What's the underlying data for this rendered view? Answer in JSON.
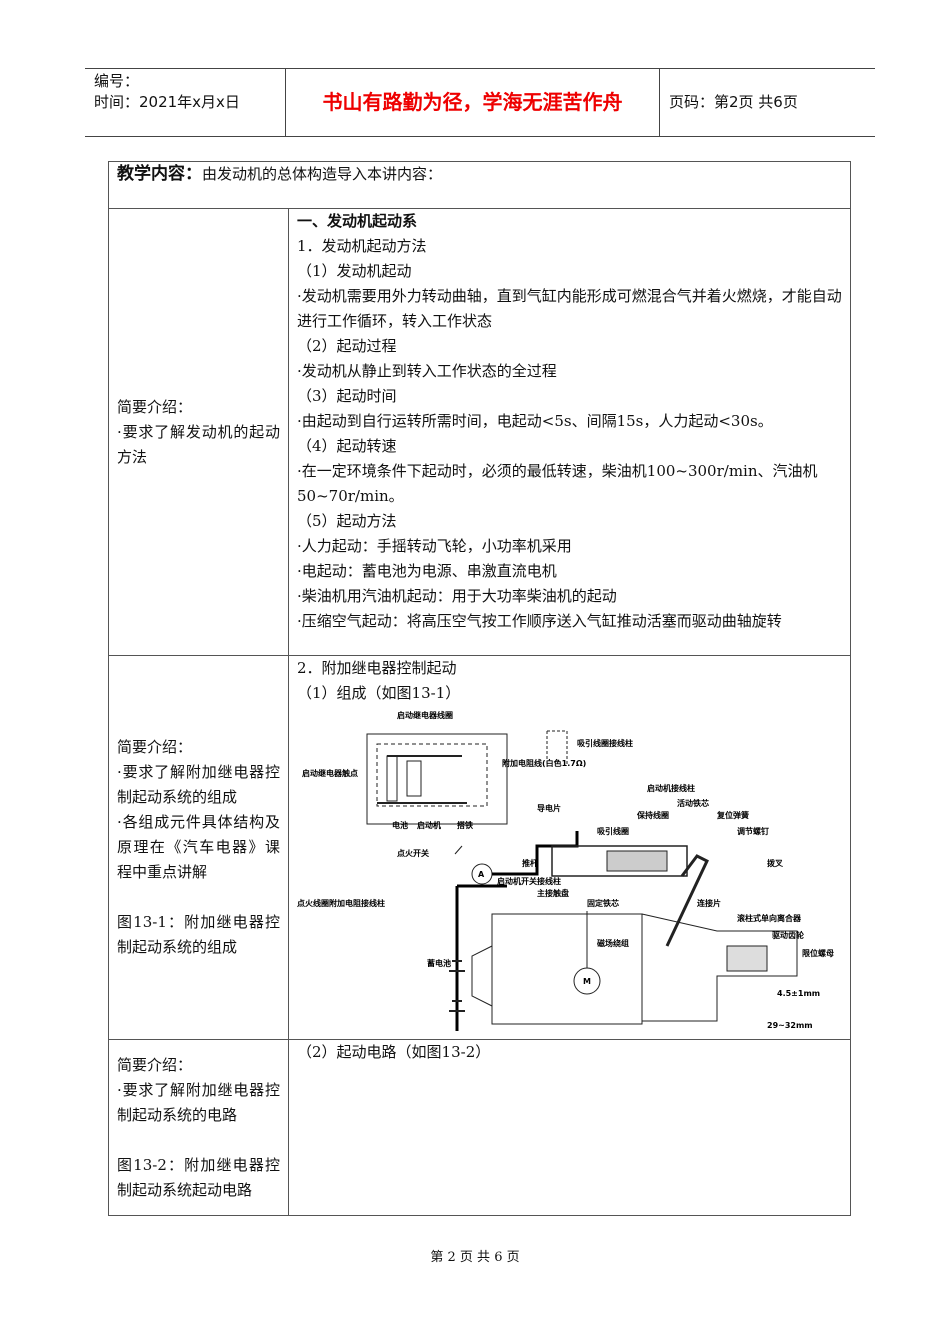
{
  "header": {
    "number_label": "编号：",
    "time_label": "时间：2021年x月x日",
    "motto": "书山有路勤为径，学海无涯苦作舟",
    "page_label": "页码：第2页 共6页",
    "motto_color": "#e00000"
  },
  "intro": {
    "label": "教学内容：",
    "text": "由发动机的总体构造导入本讲内容："
  },
  "rows": [
    {
      "left": [
        "简要介绍：",
        "·要求了解发动机的起动方法"
      ],
      "right": [
        "一、发动机起动系",
        "1．发动机起动方法",
        "（1）发动机起动",
        "·发动机需要用外力转动曲轴，直到气缸内能形成可燃混合气并着火燃烧，才能自动进行工作循环，转入工作状态",
        "（2）起动过程",
        "·发动机从静止到转入工作状态的全过程",
        "（3）起动时间",
        "·由起动到自行运转所需时间，电起动<5s、间隔15s，人力起动<30s。",
        "（4）起动转速",
        "·在一定环境条件下起动时，必须的最低转速，柴油机100~300r/min、汽油机 50~70r/min。",
        "（5）起动方法",
        "·人力起动：手摇转动飞轮，小功率机采用",
        "·电起动：蓄电池为电源、串激直流电机",
        "·柴油机用汽油机起动：用于大功率柴油机的起动",
        "·压缩空气起动：将高压空气按工作顺序送入气缸推动活塞而驱动曲轴旋转"
      ]
    },
    {
      "left": [
        "简要介绍：",
        "·要求了解附加继电器控制起动系统的组成",
        "·各组成元件具体结构及原理在《汽车电器》课程中重点讲解",
        "",
        "图13-1：附加继电器控制起动系统的组成"
      ],
      "right": [
        "2．附加继电器控制起动",
        "（1）组成（如图13-1）"
      ]
    },
    {
      "left": [
        "简要介绍：",
        "·要求了解附加继电器控制起动系统的电路",
        "",
        "图13-2：附加继电器控制起动系统起动电路"
      ],
      "right": [
        "（2）起动电路（如图13-2）"
      ]
    }
  ],
  "figure": {
    "labels": [
      "启动继电器线圈",
      "启动继电器触点",
      "附加电阻线(白色1.7Ω)",
      "吸引线圈接线柱",
      "启动机接线柱",
      "导电片",
      "电池",
      "启动机",
      "搭铁",
      "点火开关",
      "吸引线圈",
      "保持线圈",
      "活动铁芯",
      "复位弹簧",
      "调节螺钉",
      "推杆",
      "拨叉",
      "点火线圈附加电阻接线柱",
      "主接触盘",
      "固定铁芯",
      "连接片",
      "启动机开关接线柱",
      "滚柱式单向离合器",
      "驱动齿轮",
      "限位螺母",
      "蓄电池",
      "磁场绕组",
      "M",
      "4.5±1mm",
      "29~32mm",
      "A"
    ]
  },
  "footer": "第 2 页 共 6 页"
}
